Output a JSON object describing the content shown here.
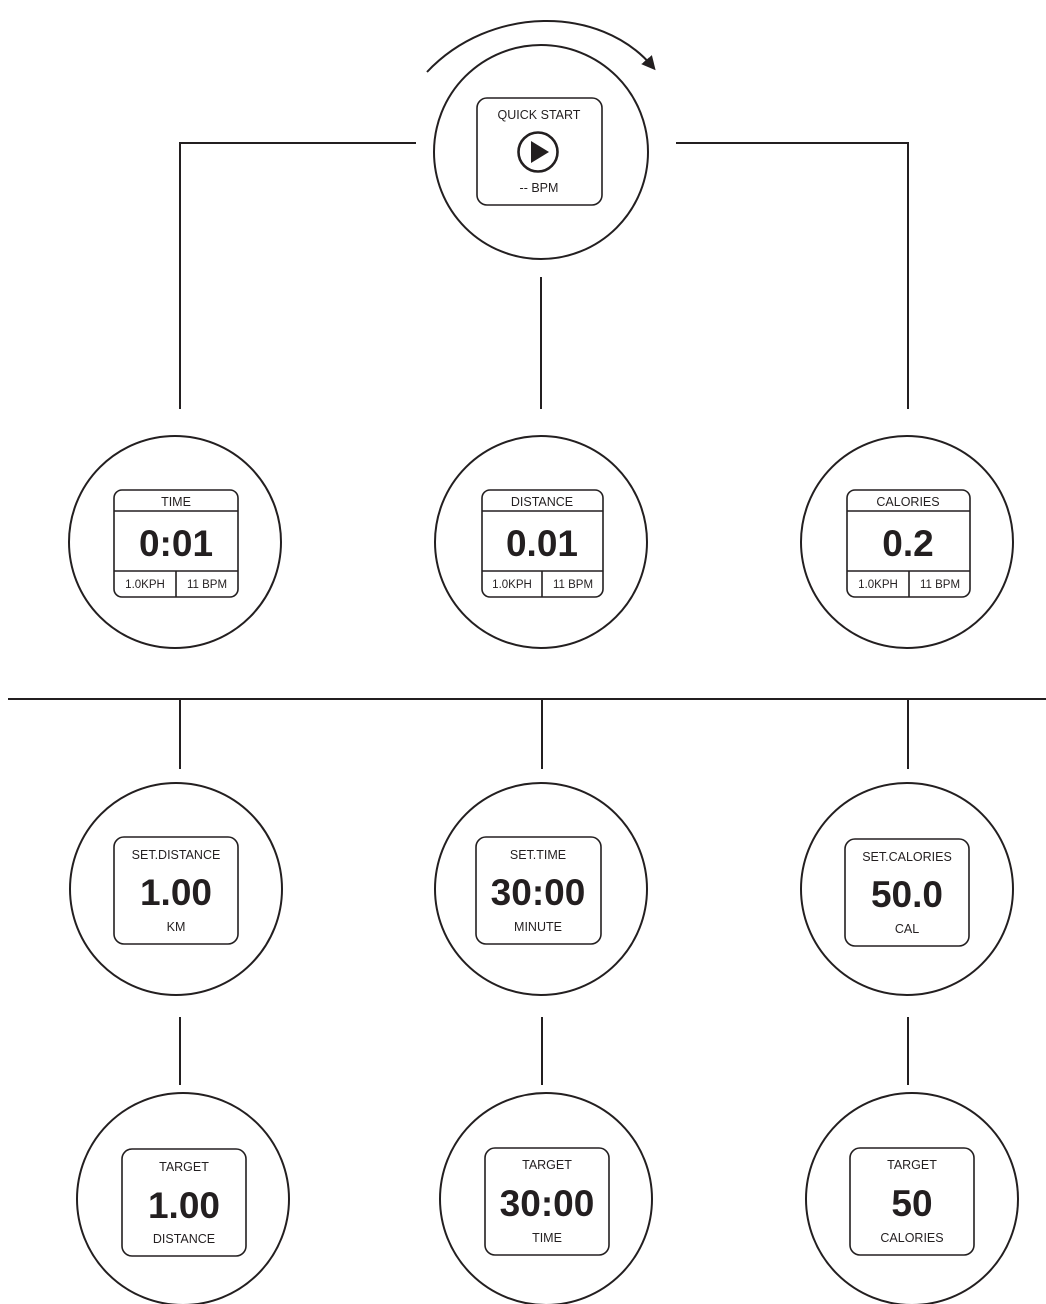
{
  "colors": {
    "ink": "#231f20",
    "background": "#ffffff"
  },
  "quick_start": {
    "label": "QUICK START",
    "icon": "play-icon",
    "footer": "-- BPM"
  },
  "running": [
    {
      "label": "TIME",
      "value": "0:01",
      "speed": "1.0KPH",
      "bpm": "11 BPM"
    },
    {
      "label": "DISTANCE",
      "value": "0.01",
      "speed": "1.0KPH",
      "bpm": "11 BPM"
    },
    {
      "label": "CALORIES",
      "value": "0.2",
      "speed": "1.0KPH",
      "bpm": "11 BPM"
    }
  ],
  "set": [
    {
      "label": "SET.DISTANCE",
      "value": "1.00",
      "unit": "KM"
    },
    {
      "label": "SET.TIME",
      "value": "30:00",
      "unit": "MINUTE"
    },
    {
      "label": "SET.CALORIES",
      "value": "50.0",
      "unit": "CAL"
    }
  ],
  "target": [
    {
      "label": "TARGET",
      "value": "1.00",
      "unit": "DISTANCE"
    },
    {
      "label": "TARGET",
      "value": "30:00",
      "unit": "TIME"
    },
    {
      "label": "TARGET",
      "value": "50",
      "unit": "CALORIES"
    }
  ]
}
